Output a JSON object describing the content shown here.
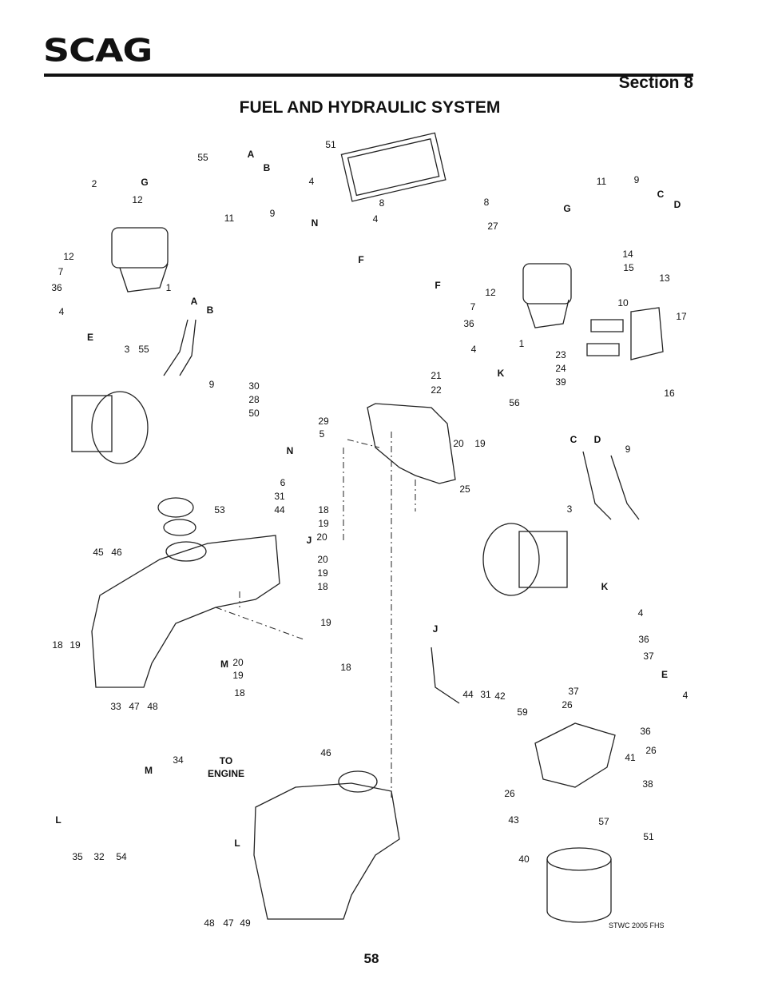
{
  "header": {
    "logo": "SCAG",
    "section": "Section 8"
  },
  "title": "FUEL AND HYDRAULIC SYSTEM",
  "callouts": [
    "55",
    "A",
    "B",
    "2",
    "G",
    "12",
    "9",
    "11",
    "12",
    "7",
    "36",
    "1",
    "4",
    "E",
    "A",
    "B",
    "3",
    "55",
    "9",
    "51",
    "4",
    "8",
    "N",
    "4",
    "F",
    "11",
    "9",
    "C",
    "D",
    "8",
    "G",
    "27",
    "F",
    "14",
    "15",
    "13",
    "12",
    "7",
    "36",
    "10",
    "17",
    "4",
    "1",
    "K",
    "23",
    "24",
    "39",
    "16",
    "21",
    "22",
    "56",
    "30",
    "28",
    "50",
    "29",
    "5",
    "20",
    "19",
    "N",
    "25",
    "6",
    "31",
    "44",
    "18",
    "19",
    "20",
    "J",
    "20",
    "19",
    "18",
    "C",
    "D",
    "9",
    "3",
    "K",
    "4",
    "36",
    "37",
    "E",
    "4",
    "37",
    "26",
    "36",
    "26",
    "41",
    "38",
    "44",
    "31",
    "42",
    "59",
    "J",
    "26",
    "43",
    "57",
    "51",
    "40",
    "53",
    "45",
    "46",
    "19",
    "18",
    "19",
    "M",
    "20",
    "19",
    "18",
    "18",
    "33",
    "47",
    "48",
    "M",
    "34",
    "46",
    "L",
    "L",
    "35",
    "32",
    "54",
    "48",
    "47",
    "49"
  ],
  "to_engine": [
    "TO",
    "ENGINE"
  ],
  "drawing_code": "STWC 2005 FHS",
  "page_number": "58"
}
